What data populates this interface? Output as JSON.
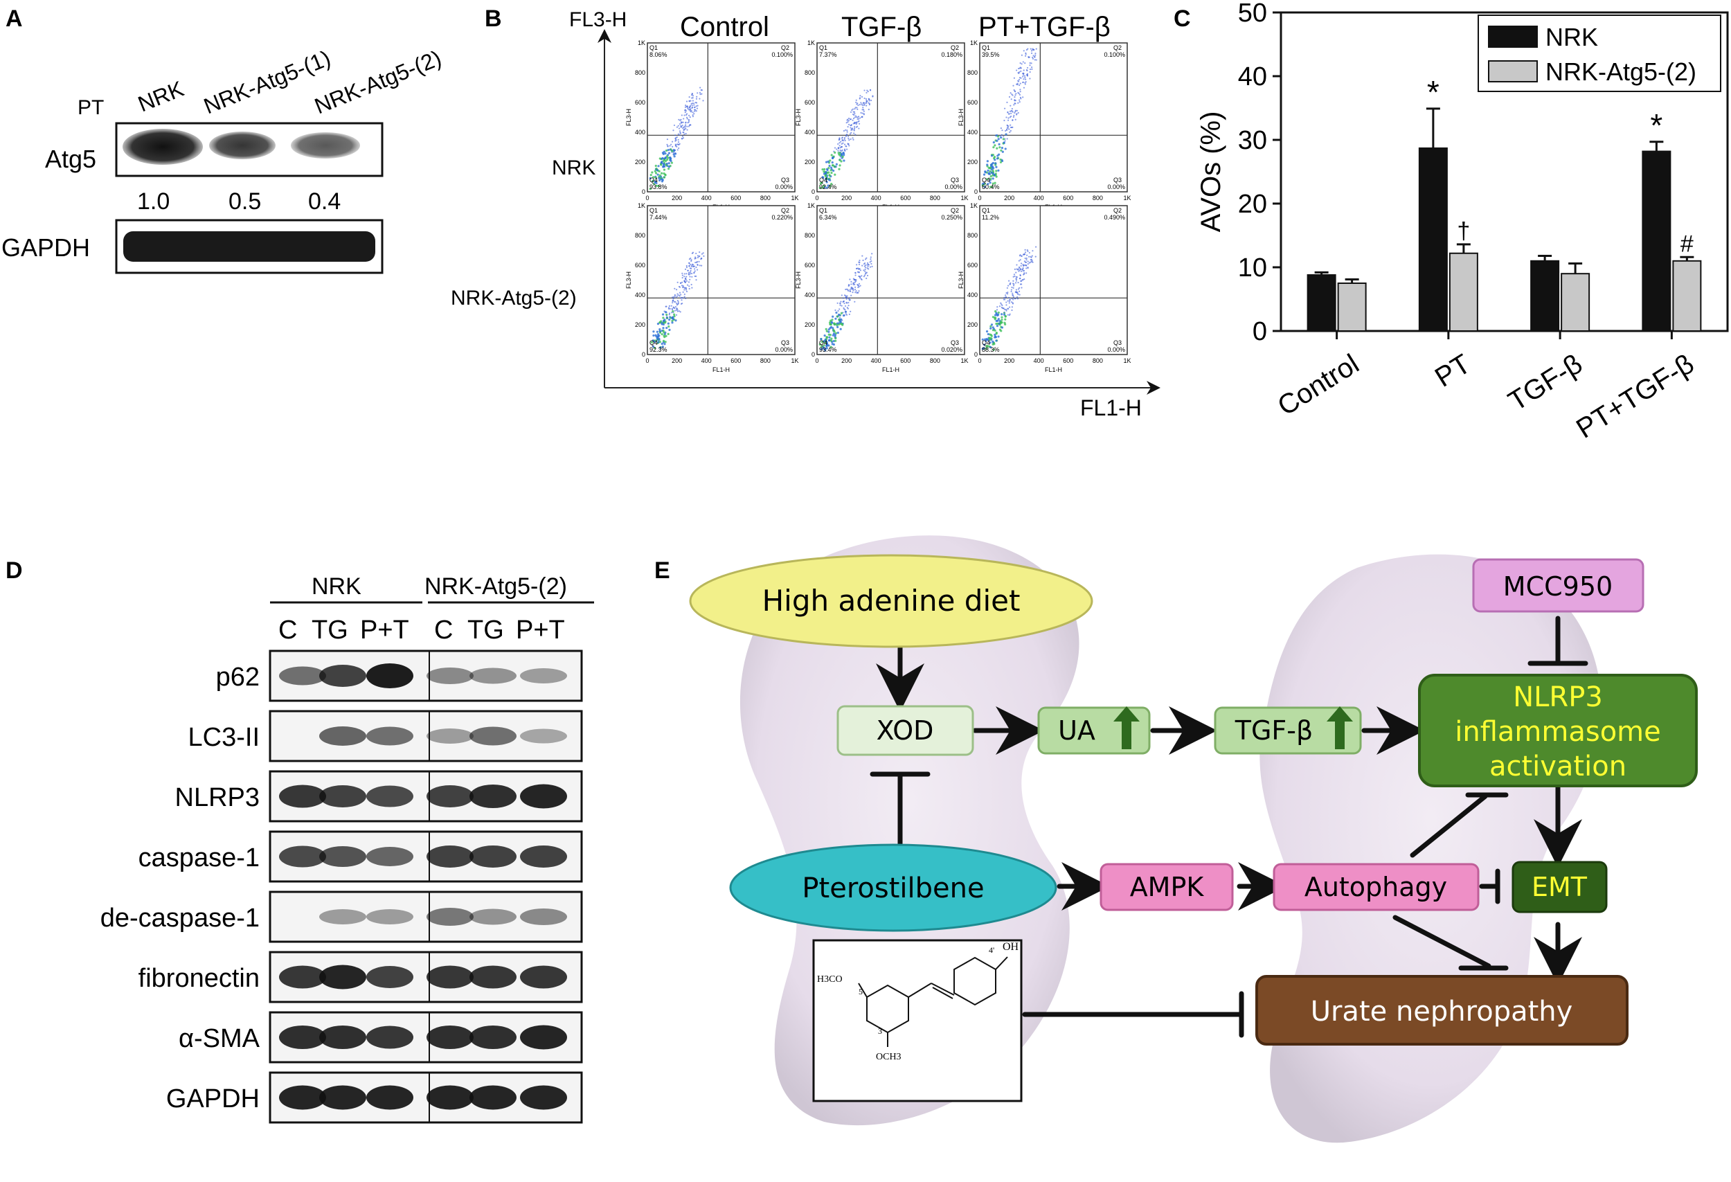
{
  "panels": {
    "A": {
      "letter": "A",
      "treatment": "PT",
      "lanes": [
        "NRK",
        "NRK-Atg5-(1)",
        "NRK-Atg5-(2)"
      ],
      "bands": [
        "Atg5",
        "GAPDH"
      ],
      "ratios": [
        "1.0",
        "0.5",
        "0.4"
      ]
    },
    "B": {
      "letter": "B",
      "y_axis": "FL3-H",
      "x_axis": "FL1-H",
      "columns": [
        "Control",
        "TGF-β",
        "PT+TGF-β"
      ],
      "rows": [
        "NRK",
        "NRK-Atg5-(2)"
      ],
      "sub_ylabel": "FL3-H",
      "sub_xlabel": "FL1-H",
      "sub_xticks": [
        "0",
        "200",
        "400",
        "600",
        "800",
        "1K"
      ],
      "sub_yticks": [
        "0",
        "200",
        "400",
        "600",
        "800",
        "1K"
      ],
      "quadrant_names": [
        "Q1",
        "Q2",
        "Q3",
        "Q4"
      ],
      "plots": [
        {
          "q1": "8.06%",
          "q2": "0.100%",
          "q3": "0.00%",
          "q4": "93.8%"
        },
        {
          "q1": "7.37%",
          "q2": "0.180%",
          "q3": "0.00%",
          "q4": "92.4%"
        },
        {
          "q1": "39.5%",
          "q2": "0.100%",
          "q3": "0.00%",
          "q4": "60.4%"
        },
        {
          "q1": "7.44%",
          "q2": "0.220%",
          "q3": "0.00%",
          "q4": "92.3%"
        },
        {
          "q1": "6.34%",
          "q2": "0.250%",
          "q3": "0.020%",
          "q4": "93.4%"
        },
        {
          "q1": "11.2%",
          "q2": "0.490%",
          "q3": "0.00%",
          "q4": "88.3%"
        }
      ]
    },
    "C": {
      "letter": "C",
      "significance_marks": [
        "*",
        "†",
        "*",
        "#"
      ]
    },
    "D": {
      "letter": "D",
      "groups": [
        "NRK",
        "NRK-Atg5-(2)"
      ],
      "lanes": [
        "C",
        "TG",
        "P+T",
        "C",
        "TG",
        "P+T"
      ],
      "blots": [
        "p62",
        "LC3-II",
        "NLRP3",
        "caspase-1",
        "de-caspase-1",
        "fibronectin",
        "α-SMA",
        "GAPDH"
      ]
    },
    "E": {
      "letter": "E",
      "nodes": {
        "diet": "High adenine diet",
        "xod": "XOD",
        "ua": "UA",
        "tgf": "TGF-β",
        "mcc": "MCC950",
        "nlrp3": [
          "NLRP3",
          "inflammasome",
          "activation"
        ],
        "ptero": "Pterostilbene",
        "ampk": "AMPK",
        "autophagy": "Autophagy",
        "emt": "EMT",
        "urate": "Urate nephropathy"
      },
      "structure_labels": {
        "oh": "OH",
        "och3_top": "H3CO",
        "och3_bottom": "OCH3",
        "n4": "4'",
        "n5": "5",
        "n3": "3"
      },
      "colors": {
        "diet": "#f2f08a",
        "ptero": "#36bfc7",
        "green_light": "#c9e6b8",
        "green_dark": "#4e8a2c",
        "pink": "#ee8fc6",
        "mcc": "#e4a5df",
        "brown": "#7b4a26",
        "nlrp3_text": "#ffff33"
      }
    }
  },
  "chart_data": {
    "type": "bar",
    "title": "",
    "xlabel": "",
    "ylabel": "AVOs (%)",
    "ylim": [
      0,
      50
    ],
    "yticks": [
      0,
      10,
      20,
      30,
      40,
      50
    ],
    "categories": [
      "Control",
      "PT",
      "TGF-β",
      "PT+TGF-β"
    ],
    "series": [
      {
        "name": "NRK",
        "color": "#111111",
        "values": [
          8.8,
          28.7,
          11.0,
          28.2
        ],
        "errors": [
          0.4,
          6.2,
          0.8,
          1.5
        ]
      },
      {
        "name": "NRK-Atg5-(2)",
        "color": "#c8c8c8",
        "values": [
          7.5,
          12.2,
          9.0,
          11.0
        ],
        "errors": [
          0.6,
          1.4,
          1.6,
          0.6
        ]
      }
    ],
    "annotations": [
      {
        "category": "PT",
        "series": "NRK",
        "text": "*"
      },
      {
        "category": "PT",
        "series": "NRK-Atg5-(2)",
        "text": "†"
      },
      {
        "category": "PT+TGF-β",
        "series": "NRK",
        "text": "*"
      },
      {
        "category": "PT+TGF-β",
        "series": "NRK-Atg5-(2)",
        "text": "#"
      }
    ],
    "legend_position": "top-right",
    "grid": false
  }
}
